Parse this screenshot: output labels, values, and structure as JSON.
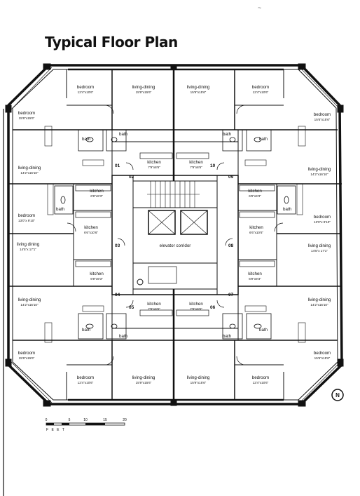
{
  "title": "Typical Floor Plan",
  "scan_mark": "~",
  "compass": "N",
  "scale": {
    "ticks": [
      "0",
      "5",
      "10",
      "15",
      "20"
    ],
    "unit": "F E E T"
  },
  "labels": [
    {
      "name": "bedroom",
      "dim": "12'4\"x10'6\""
    },
    {
      "name": "living-dining",
      "dim": "15'9\"x15'6\""
    },
    {
      "name": "living-dining",
      "dim": "15'9\"x15'6\""
    },
    {
      "name": "bedroom",
      "dim": "12'4\"x10'6\""
    },
    {
      "name": "bedroom",
      "dim": "15'6\"x15'6\""
    },
    {
      "name": "bedroom",
      "dim": "15'6\"x15'6\""
    },
    {
      "name": "living-dining",
      "dim": "14'2\"x16'10\""
    },
    {
      "name": "living-dining",
      "dim": "14'2\"x16'10\""
    },
    {
      "name": "kitchen",
      "dim": "7'9\"x8'6\""
    },
    {
      "name": "kitchen",
      "dim": "7'9\"x8'6\""
    },
    {
      "name": "kitchen",
      "dim": "6'9\"x9'3\""
    },
    {
      "name": "kitchen",
      "dim": "6'9\"x9'3\""
    },
    {
      "name": "bedroom",
      "dim": "13'0\"x 9'10\""
    },
    {
      "name": "bedroom",
      "dim": "13'0\"x 9'10\""
    },
    {
      "name": "kitchen",
      "dim": "6'6\"x10'6\""
    },
    {
      "name": "kitchen",
      "dim": "6'6\"x10'6\""
    },
    {
      "name": "living dining",
      "dim": "14'5\"x 17'1\""
    },
    {
      "name": "living dining",
      "dim": "14'5\"x 17'1\""
    },
    {
      "name": "kitchen",
      "dim": "6'9\"x9'3\""
    },
    {
      "name": "kitchen",
      "dim": "6'9\"x9'3\""
    },
    {
      "name": "living-dining",
      "dim": "14'2\"x16'10\""
    },
    {
      "name": "living-dining",
      "dim": "14'2\"x16'10\""
    },
    {
      "name": "kitchen",
      "dim": "7'9\"x8'6\""
    },
    {
      "name": "kitchen",
      "dim": "7'9\"x8'6\""
    },
    {
      "name": "bedroom",
      "dim": "15'6\"x15'6\""
    },
    {
      "name": "bedroom",
      "dim": "15'6\"x15'6\""
    },
    {
      "name": "bedroom",
      "dim": "12'4\"x10'6\""
    },
    {
      "name": "living-dining",
      "dim": "15'9\"x15'6\""
    },
    {
      "name": "living-dining",
      "dim": "15'9\"x15'6\""
    },
    {
      "name": "bedroom",
      "dim": "12'4\"x10'6\""
    }
  ],
  "baths": [
    "bath",
    "bath",
    "bath",
    "bath",
    "bath",
    "bath",
    "bath",
    "bath",
    "bath",
    "bath"
  ],
  "elevator_corridor": "elevator corridor",
  "units": [
    "01",
    "02",
    "03",
    "04",
    "05",
    "06",
    "07",
    "08",
    "09",
    "10"
  ]
}
